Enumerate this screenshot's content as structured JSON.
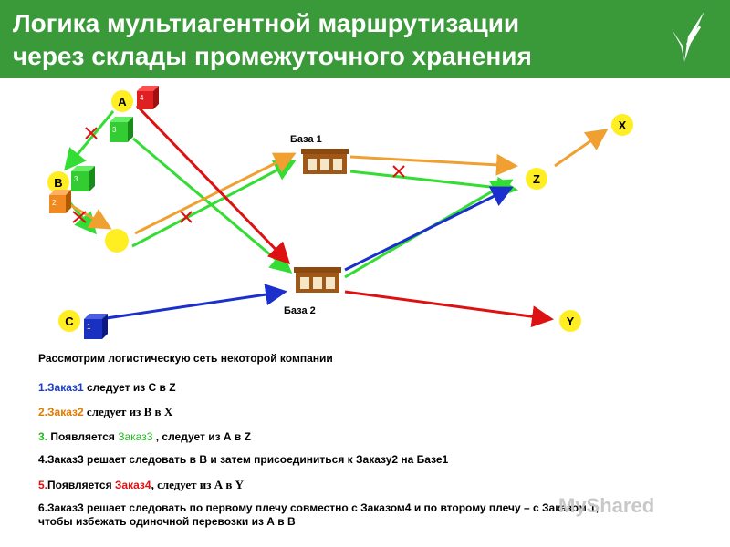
{
  "header": {
    "title_line1": "Логика мультиагентной маршрутизации",
    "title_line2": "через склады промежуточного хранения",
    "bg_color": "#3a9a3a"
  },
  "diagram": {
    "nodes": {
      "A": "A",
      "B": "B",
      "C": "C",
      "X": "X",
      "Y": "Y",
      "Z": "Z"
    },
    "bases": {
      "base1": "База 1",
      "base2": "База 2"
    },
    "boxes": {
      "box1": "1",
      "box2": "2",
      "box3a": "3",
      "box3b": "3",
      "box4": "4"
    },
    "colors": {
      "node_fill": "#ffee22",
      "green": "#33dd33",
      "orange": "#f0a030",
      "red": "#dd1111",
      "blue": "#1a2fcc",
      "box_red": "#e02020",
      "box_green": "#33cc33",
      "box_orange": "#f08a20",
      "box_blue": "#1a30c0",
      "warehouse": "#8a4a10"
    }
  },
  "text": {
    "intro": "Рассмотрим логистическую сеть некоторой компании",
    "l1_num": "1.",
    "l1_order": "Заказ1",
    "l1_rest": " следует из С в Z",
    "l2_num": "2.",
    "l2_order": "Заказ2",
    "l2_rest": " следует из В в X",
    "l3_num": "3.",
    "l3_pre": " Появляется ",
    "l3_order": "Заказ3",
    "l3_rest": " , следует из А в Z",
    "l4": "4.Заказ3 решает следовать в В и затем присоединиться к Заказу2 на Базе1",
    "l5_num": "5.",
    "l5_pre": "Появляется ",
    "l5_order": "Заказ4",
    "l5_rest": ", следует из А в Y",
    "l6a": "6.Заказ3 решает следовать по первому плечу совместно с Заказом4 и по второму плечу – с Заказом 1,",
    "l6b": "чтобы избежать одиночной перевозки из А в В"
  },
  "watermark": "MyShared"
}
